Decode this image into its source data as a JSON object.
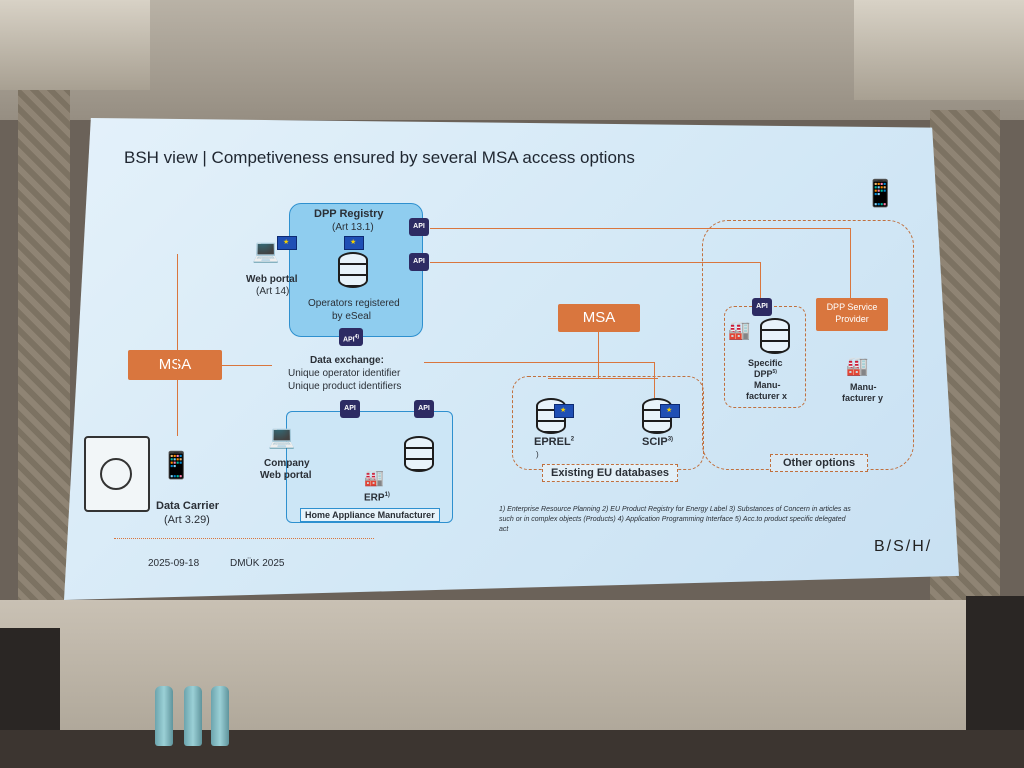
{
  "slide": {
    "title": "BSH view | Competiveness ensured by several MSA access options",
    "registry_title": "DPP Registry",
    "registry_art": "(Art 13.1)",
    "registry_note_1": "Operators registered",
    "registry_note_2": "by eSeal",
    "web_portal": "Web portal",
    "web_portal_art": "(Art 14)",
    "msa_left": "MSA",
    "msa_mid": "MSA",
    "data_exchange": "Data exchange:",
    "operator_id": "Unique operator identifier",
    "product_id": "Unique product identifiers",
    "company_portal_1": "Company",
    "company_portal_2": "Web portal",
    "erp": "ERP",
    "erp_sup": "1)",
    "home_appliance": "Home Appliance Manufacturer",
    "data_carrier": "Data Carrier",
    "data_carrier_art": "(Art 3.29)",
    "eprel": "EPREL",
    "eprel_sup": "2",
    "eprel_tail": ")",
    "scip": "SCIP",
    "scip_sup": "3)",
    "existing_eu": "Existing EU databases",
    "api": "API",
    "api4": "API",
    "api4_sup": "4)",
    "specific_1": "Specific",
    "specific_2": "DPP",
    "specific_sup": "5)",
    "specific_3": "Manu-",
    "specific_4": "facturer x",
    "service_provider_1": "DPP Service",
    "service_provider_2": "Provider",
    "manu_y_1": "Manu-",
    "manu_y_2": "facturer y",
    "other_options": "Other options",
    "footnote_1": "1) Enterprise Resource Planning 2) EU Product Registry for Energy Label  3) Substances of Concern in articles as",
    "footnote_2": "such or in complex objects (Products) 4) Application Programming Interface 5) Acc.to product specific delegated",
    "footnote_3": "act",
    "date": "2025-09-18",
    "event": "DMÜK 2025",
    "logo": "B/S/H/"
  }
}
